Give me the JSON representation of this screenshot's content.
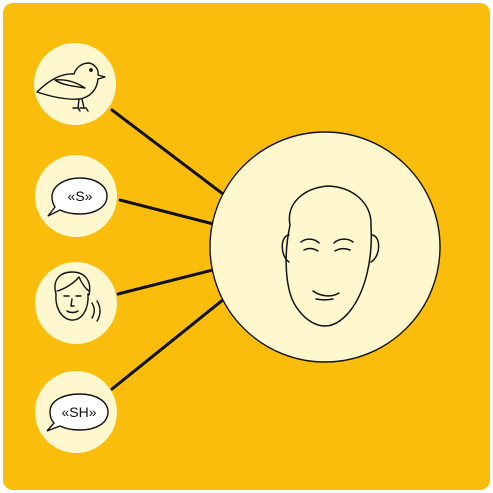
{
  "colors": {
    "background": "#FBBD0C",
    "circle_fill": "#FFF8CF",
    "stroke": "#111111"
  },
  "sources": [
    {
      "id": "bird",
      "icon": "bird-icon"
    },
    {
      "id": "s-sound",
      "icon": "speech-bubble-icon",
      "label": "«S»"
    },
    {
      "id": "person",
      "icon": "woman-speaking-icon"
    },
    {
      "id": "sh-sound",
      "icon": "speech-bubble-icon",
      "label": "«SH»"
    }
  ],
  "target": {
    "icon": "listener-face-icon"
  }
}
